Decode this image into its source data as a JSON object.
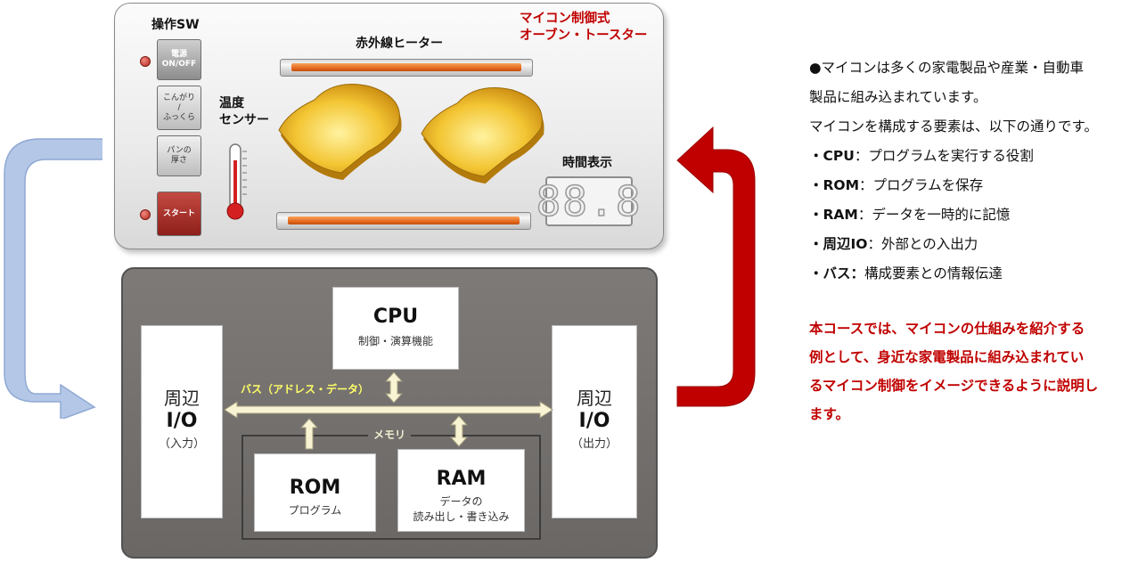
{
  "toaster": {
    "switch_label": "操作SW",
    "title_line1": "マイコン制御式",
    "title_line2": "オーブン・トースター",
    "heater_label": "赤外線ヒーター",
    "sensor_label_line1": "温度",
    "sensor_label_line2": "センサー",
    "display_label": "時間表示",
    "display_value": "88.8",
    "buttons": {
      "power_line1": "電源",
      "power_line2": "ON/OFF",
      "toast_line1": "こんがり",
      "toast_line2": "/",
      "toast_line3": "ふっくら",
      "thick_line1": "パンの",
      "thick_line2": "厚さ",
      "start": "スタート"
    }
  },
  "mcu": {
    "cpu_title": "CPU",
    "cpu_sub": "制御・演算機能",
    "bus_label": "バス（アドレス・データ）",
    "memory_label": "メモリ",
    "rom_title": "ROM",
    "rom_sub": "プログラム",
    "ram_title": "RAM",
    "ram_sub_line1": "データの",
    "ram_sub_line2": "読み出し・書き込み",
    "io_left": {
      "kanji": "周辺",
      "io": "I/O",
      "sub": "（入力）"
    },
    "io_right": {
      "kanji": "周辺",
      "io": "I/O",
      "sub": "（出力）"
    }
  },
  "description": {
    "line1": "●マイコンは多くの家電製品や産業・自動車",
    "line2": "製品に組み込まれています。",
    "line3": "マイコンを構成する要素は、以下の通りです。",
    "items": [
      {
        "term": "・CPU",
        "text": "：プログラムを実行する役割"
      },
      {
        "term": "・ROM",
        "text": "：プログラムを保存"
      },
      {
        "term": "・RAM",
        "text": "：データを一時的に記憶"
      },
      {
        "term": "・周辺IO",
        "text": "：外部との入出力"
      },
      {
        "term": "・バス：",
        "text": "構成要素との情報伝達"
      }
    ]
  },
  "note": {
    "line1": "本コースでは、マイコンの仕組みを紹介する",
    "line2": "例として、身近な家電製品に組み込まれてい",
    "line3": "るマイコン制御をイメージできるように説明し",
    "line4": "ます。"
  },
  "colors": {
    "note_red": "#c00000",
    "arrow_blue": "#b4c7e7",
    "arrow_red": "#c00000"
  }
}
